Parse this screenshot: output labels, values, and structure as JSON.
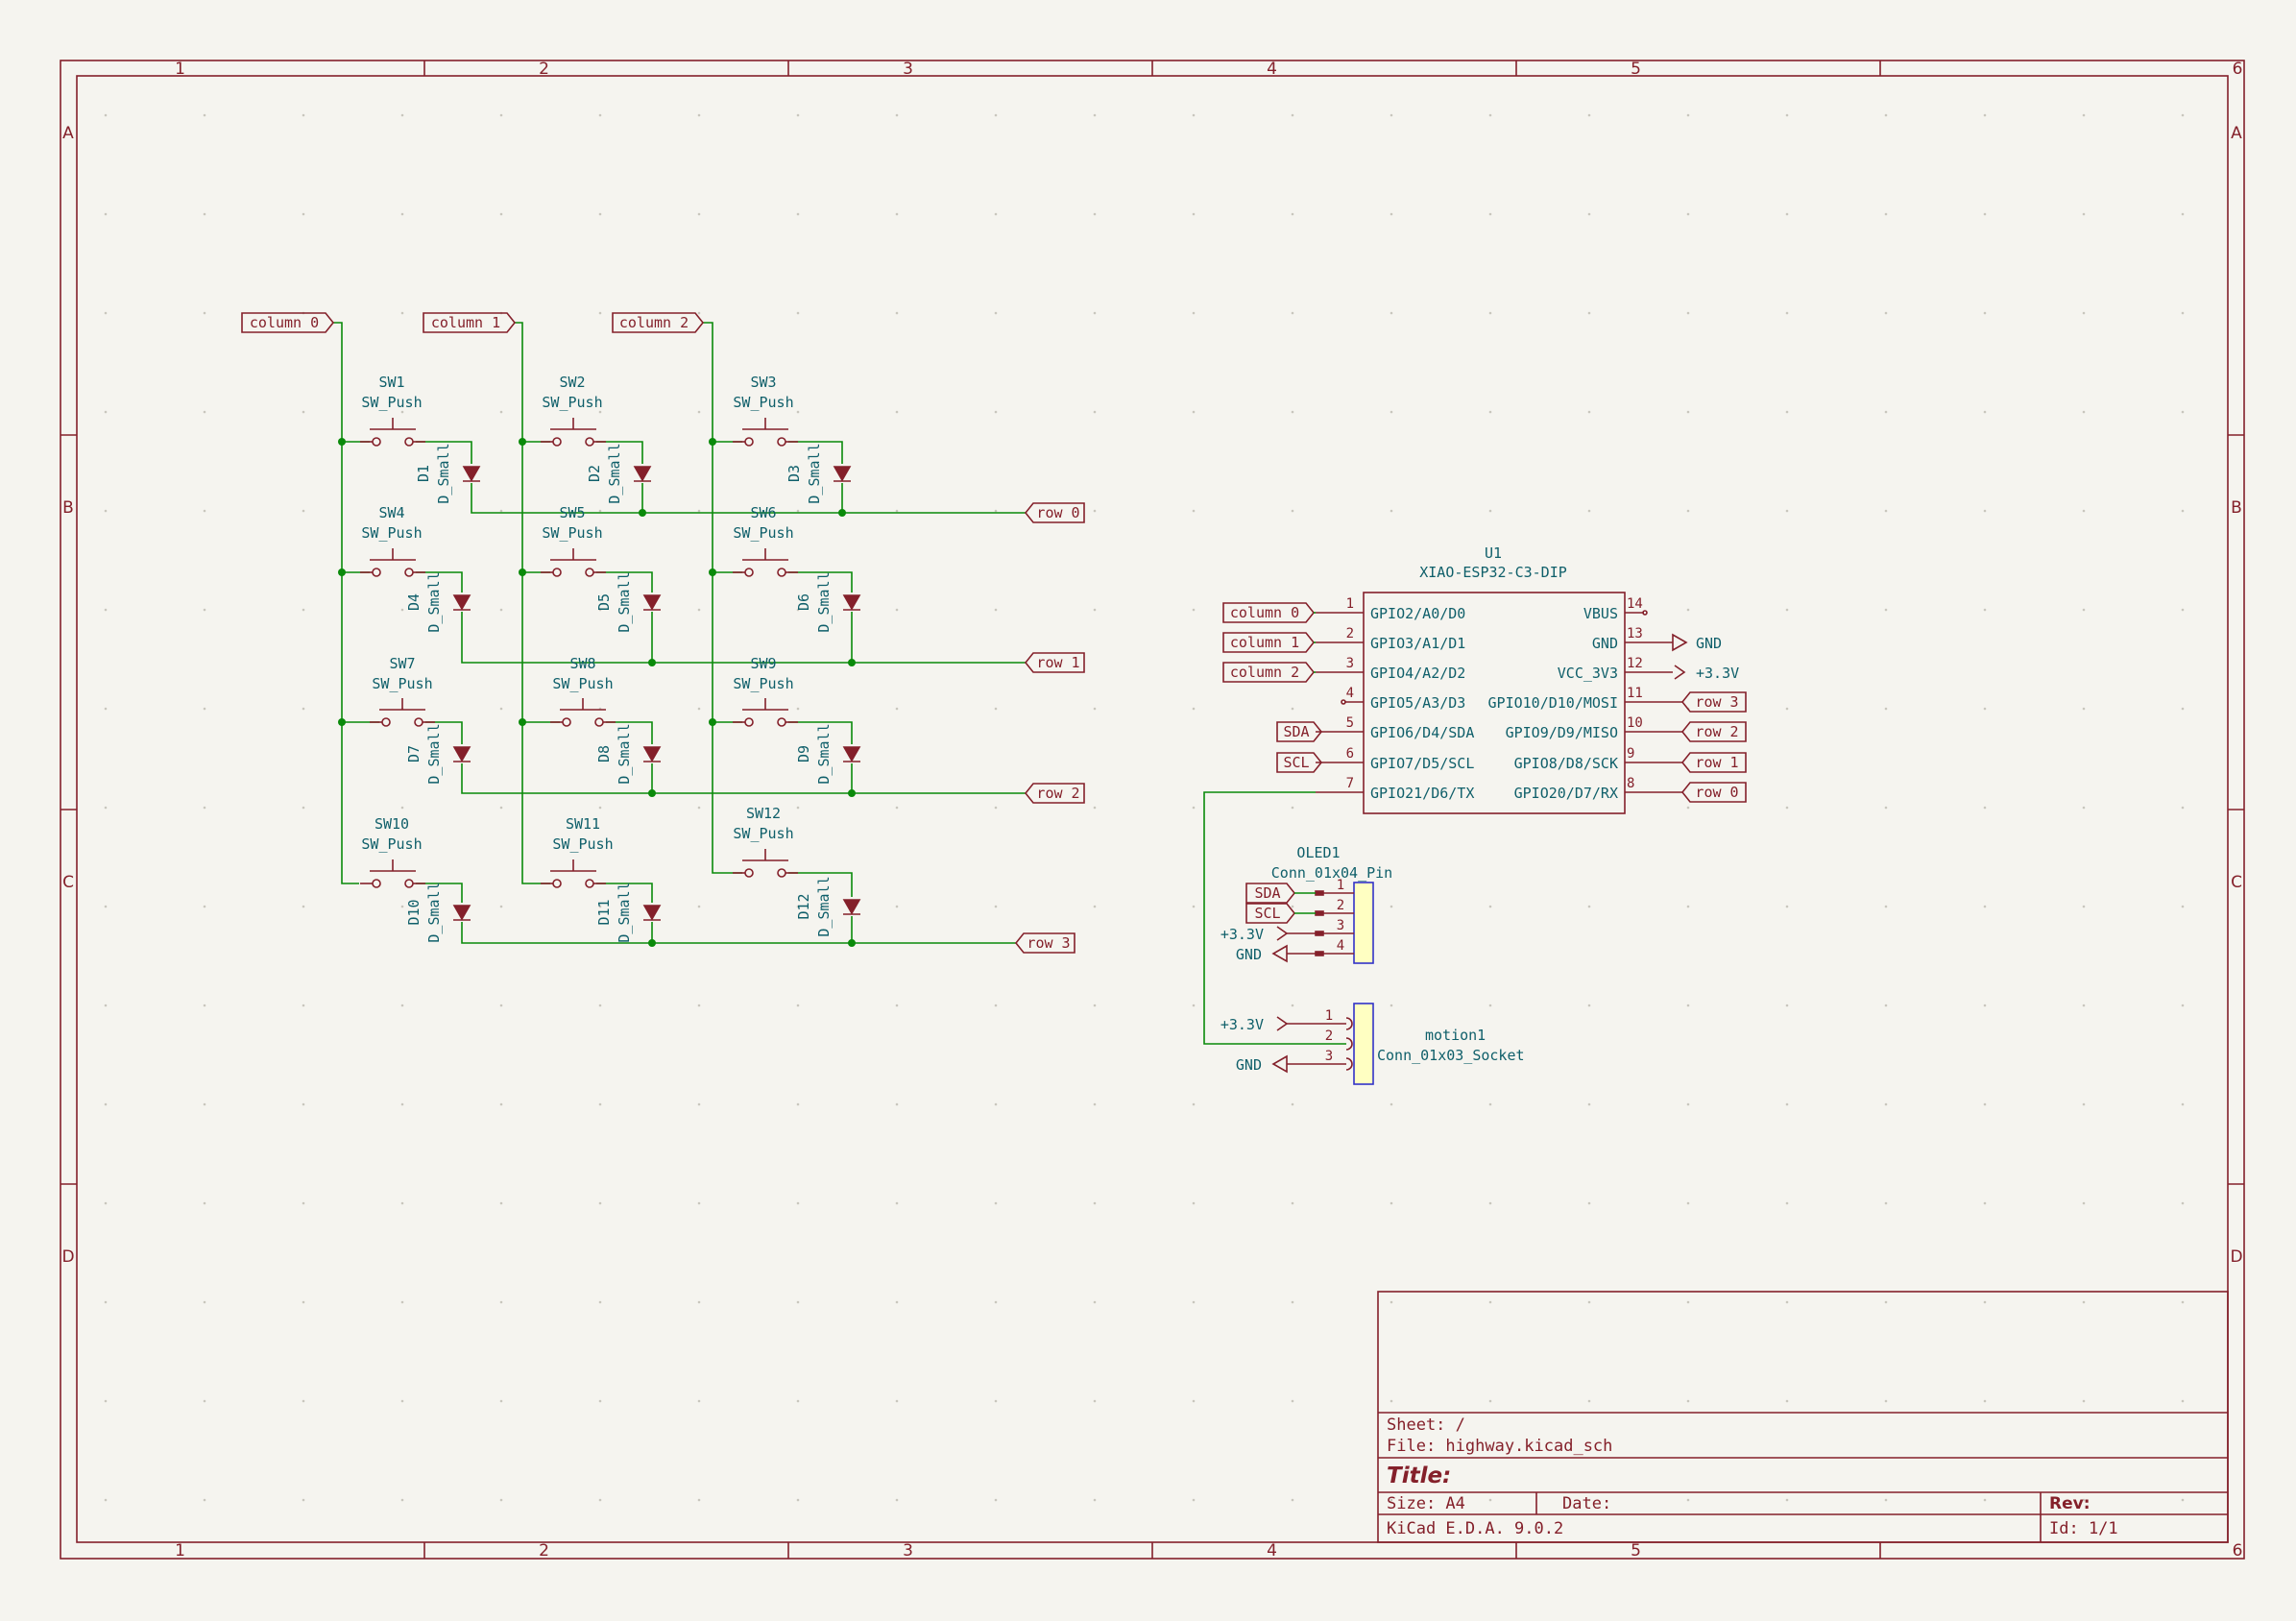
{
  "frame": {
    "columns": [
      "1",
      "2",
      "3",
      "4",
      "5",
      "6"
    ],
    "rows": [
      "A",
      "B",
      "C",
      "D"
    ]
  },
  "labels": {
    "column0": "column 0",
    "column1": "column 1",
    "column2": "column 2",
    "row0": "row 0",
    "row1": "row 1",
    "row2": "row 2",
    "row3": "row 3",
    "sda": "SDA",
    "scl": "SCL"
  },
  "switches": [
    {
      "ref": "SW1",
      "value": "SW_Push"
    },
    {
      "ref": "SW2",
      "value": "SW_Push"
    },
    {
      "ref": "SW3",
      "value": "SW_Push"
    },
    {
      "ref": "SW4",
      "value": "SW_Push"
    },
    {
      "ref": "SW5",
      "value": "SW_Push"
    },
    {
      "ref": "SW6",
      "value": "SW_Push"
    },
    {
      "ref": "SW7",
      "value": "SW_Push"
    },
    {
      "ref": "SW8",
      "value": "SW_Push"
    },
    {
      "ref": "SW9",
      "value": "SW_Push"
    },
    {
      "ref": "SW10",
      "value": "SW_Push"
    },
    {
      "ref": "SW11",
      "value": "SW_Push"
    },
    {
      "ref": "SW12",
      "value": "SW_Push"
    }
  ],
  "diodes": [
    {
      "ref": "D1",
      "value": "D_Small"
    },
    {
      "ref": "D2",
      "value": "D_Small"
    },
    {
      "ref": "D3",
      "value": "D_Small"
    },
    {
      "ref": "D4",
      "value": "D_Small"
    },
    {
      "ref": "D5",
      "value": "D_Small"
    },
    {
      "ref": "D6",
      "value": "D_Small"
    },
    {
      "ref": "D7",
      "value": "D_Small"
    },
    {
      "ref": "D8",
      "value": "D_Small"
    },
    {
      "ref": "D9",
      "value": "D_Small"
    },
    {
      "ref": "D10",
      "value": "D_Small"
    },
    {
      "ref": "D11",
      "value": "D_Small"
    },
    {
      "ref": "D12",
      "value": "D_Small"
    }
  ],
  "u1": {
    "ref": "U1",
    "value": "XIAO-ESP32-C3-DIP",
    "left_pins": [
      {
        "num": "1",
        "name": "GPIO2/A0/D0"
      },
      {
        "num": "2",
        "name": "GPIO3/A1/D1"
      },
      {
        "num": "3",
        "name": "GPIO4/A2/D2"
      },
      {
        "num": "4",
        "name": "GPIO5/A3/D3"
      },
      {
        "num": "5",
        "name": "GPIO6/D4/SDA"
      },
      {
        "num": "6",
        "name": "GPIO7/D5/SCL"
      },
      {
        "num": "7",
        "name": "GPIO21/D6/TX"
      }
    ],
    "right_pins": [
      {
        "num": "14",
        "name": "VBUS"
      },
      {
        "num": "13",
        "name": "GND"
      },
      {
        "num": "12",
        "name": "VCC_3V3"
      },
      {
        "num": "11",
        "name": "GPIO10/D10/MOSI"
      },
      {
        "num": "10",
        "name": "GPIO9/D9/MISO"
      },
      {
        "num": "9",
        "name": "GPIO8/D8/SCK"
      },
      {
        "num": "8",
        "name": "GPIO20/D7/RX"
      }
    ]
  },
  "power": {
    "gnd": "GND",
    "v33": "+3.3V"
  },
  "oled": {
    "ref": "OLED1",
    "value": "Conn_01x04_Pin",
    "pins": [
      "1",
      "2",
      "3",
      "4"
    ]
  },
  "motion": {
    "ref": "motion1",
    "value": "Conn_01x03_Socket",
    "pins": [
      "1",
      "2",
      "3"
    ]
  },
  "titleblock": {
    "sheet": "Sheet: /",
    "file": "File: highway.kicad_sch",
    "title": "Title:",
    "size": "Size: A4",
    "date": "Date:",
    "rev": "Rev:",
    "tool": "KiCad E.D.A. 9.0.2",
    "id": "Id: 1/1"
  }
}
